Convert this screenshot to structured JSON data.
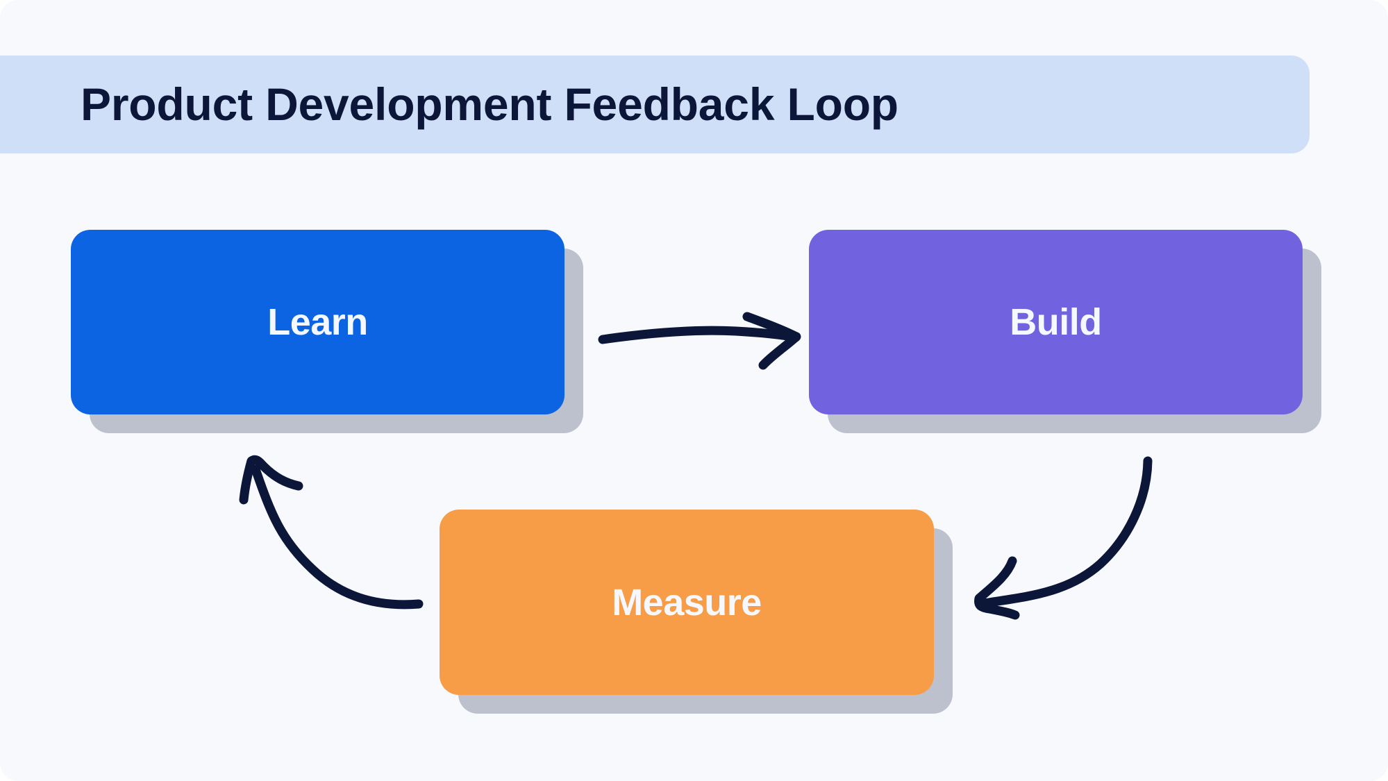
{
  "title": "Product Development Feedback Loop",
  "colors": {
    "background": "#f7f9fd",
    "title_band": "#cfdff7",
    "title_text": "#0b1638",
    "shadow": "#bdc1cd",
    "arrow": "#0b1638",
    "label_text": "#f5f8ff"
  },
  "nodes": [
    {
      "id": "learn",
      "label": "Learn",
      "color": "#0c64e2"
    },
    {
      "id": "build",
      "label": "Build",
      "color": "#7163e0"
    },
    {
      "id": "measure",
      "label": "Measure",
      "color": "#f79c47"
    }
  ],
  "edges": [
    {
      "from": "Learn",
      "to": "Build"
    },
    {
      "from": "Build",
      "to": "Measure"
    },
    {
      "from": "Measure",
      "to": "Learn"
    }
  ]
}
